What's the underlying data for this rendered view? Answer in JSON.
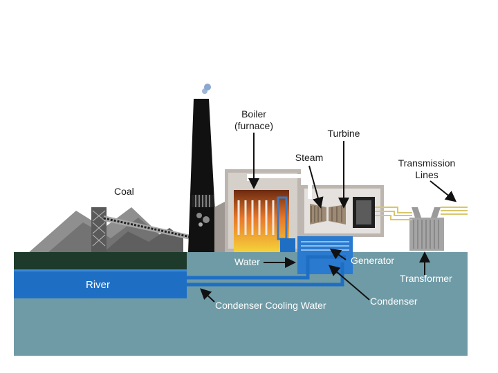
{
  "labels": {
    "coal": "Coal",
    "boiler_line1": "Boiler",
    "boiler_line2": "(furnace)",
    "turbine": "Turbine",
    "steam": "Steam",
    "transmission_line1": "Transmission",
    "transmission_line2": "Lines",
    "water": "Water",
    "generator": "Generator",
    "river": "River",
    "transformer": "Transformer",
    "condenser": "Condenser",
    "condenser_cooling_water": "Condenser Cooling Water"
  },
  "colors": {
    "ground_water": "#6f9ba6",
    "dark_ground": "#1d3a2a",
    "river": "#1e6fc4",
    "coal_pile": "#8a8a8a",
    "chimney": "#111111",
    "building": "#bdb6b0",
    "fire": "#e8782a",
    "cable": "#d8c66a"
  }
}
